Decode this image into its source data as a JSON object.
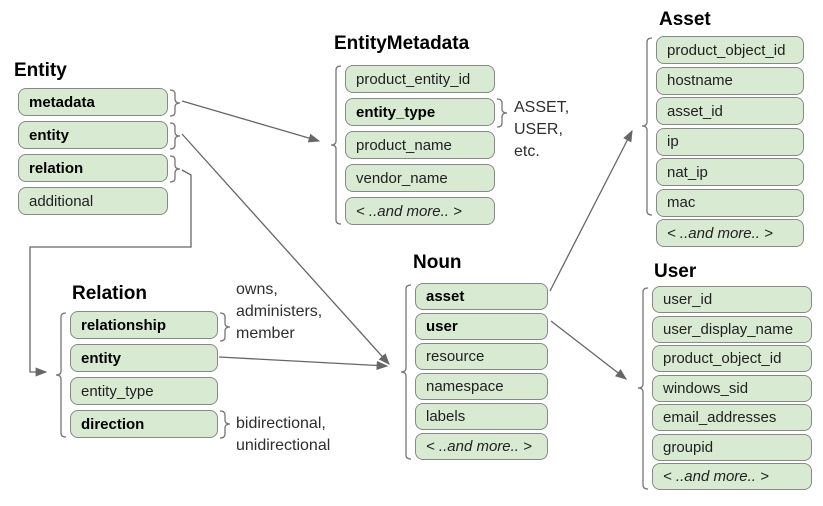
{
  "colors": {
    "row_fill": "#d9ead3",
    "row_border": "#888888",
    "connector": "#666666",
    "text": "#000000"
  },
  "boxes": {
    "entity": {
      "title": "Entity",
      "rows": [
        "metadata",
        "entity",
        "relation",
        "additional"
      ]
    },
    "entity_metadata": {
      "title": "EntityMetadata",
      "rows": [
        "product_entity_id",
        "entity_type",
        "product_name",
        "vendor_name",
        "< ..and more.. >"
      ]
    },
    "asset": {
      "title": "Asset",
      "rows": [
        "product_object_id",
        "hostname",
        "asset_id",
        "ip",
        "nat_ip",
        "mac",
        "< ..and more.. >"
      ]
    },
    "noun": {
      "title": "Noun",
      "rows": [
        "asset",
        "user",
        "resource",
        "namespace",
        "labels",
        "< ..and more.. >"
      ]
    },
    "relation": {
      "title": "Relation",
      "rows": [
        "relationship",
        "entity",
        "entity_type",
        "direction"
      ]
    },
    "user": {
      "title": "User",
      "rows": [
        "user_id",
        "user_display_name",
        "product_object_id",
        "windows_sid",
        "email_addresses",
        "groupid",
        "< ..and more.. >"
      ]
    }
  },
  "annotations": {
    "entity_type_values": [
      "ASSET,",
      "USER,",
      "etc."
    ],
    "relationship_values": [
      "owns,",
      "administers,",
      "member"
    ],
    "direction_values": [
      "bidirectional,",
      "unidirectional"
    ]
  }
}
